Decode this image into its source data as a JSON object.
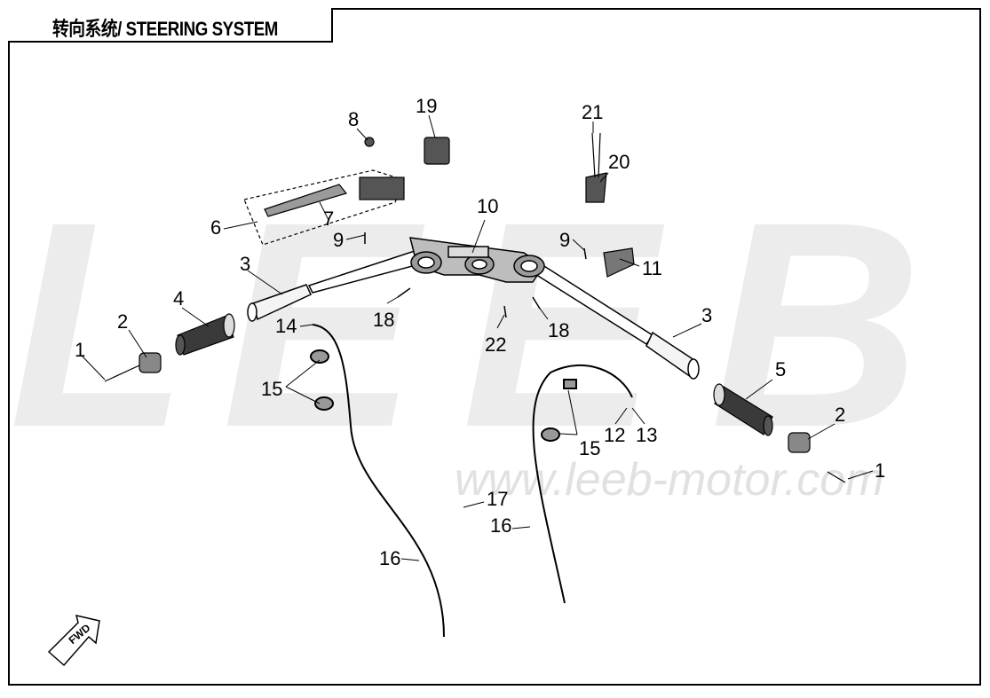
{
  "title": "转向系统/ STEERING SYSTEM",
  "watermark": {
    "letters": [
      "L",
      "E",
      "E",
      "B"
    ],
    "url": "www.leeb-motor.com"
  },
  "fwd_label": "FWD",
  "callouts": {
    "c1a": "1",
    "c1b": "1",
    "c2a": "2",
    "c2b": "2",
    "c3a": "3",
    "c3b": "3",
    "c4": "4",
    "c5": "5",
    "c6": "6",
    "c7": "7",
    "c8": "8",
    "c9a": "9",
    "c9b": "9",
    "c10": "10",
    "c11": "11",
    "c12": "12",
    "c13": "13",
    "c14": "14",
    "c15a": "15",
    "c15b": "15",
    "c16a": "16",
    "c16b": "16",
    "c17": "17",
    "c18a": "18",
    "c18b": "18",
    "c19": "19",
    "c20": "20",
    "c21": "21",
    "c22": "22"
  },
  "colors": {
    "line": "#000000",
    "watermark": "#ececec",
    "part_fill": "#d9d9d9",
    "part_dark": "#333333"
  }
}
